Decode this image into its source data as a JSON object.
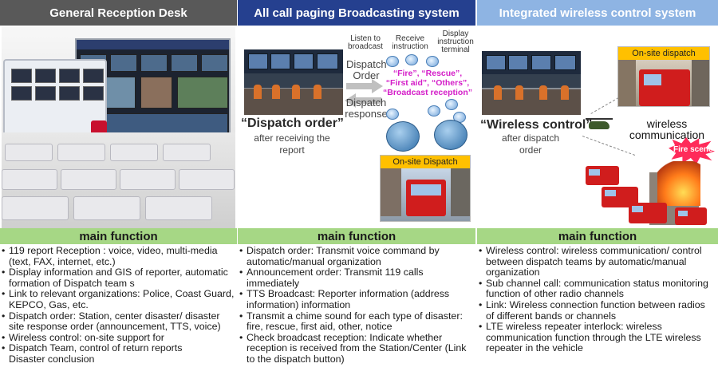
{
  "columns": [
    {
      "header": "General Reception Desk",
      "function_title": "main function",
      "items": [
        {
          "text": "119 report Reception : voice, video, multi-media (text, FAX, internet, etc.)",
          "bullet": true
        },
        {
          "text": "Display information and GIS of reporter, automatic formation of Dispatch team s",
          "bullet": true
        },
        {
          "text": "Link to relevant organizations: Police, Coast Guard, KEPCO, Gas, etc.",
          "bullet": true
        },
        {
          "text": "Dispatch order: Station, center disaster/ disaster site response order (announcement, TTS, voice)",
          "bullet": true
        },
        {
          "text": "Wireless control: on-site support for",
          "bullet": true
        },
        {
          "text": "Dispatch Team, control of return reports",
          "bullet": true
        },
        {
          "text": "Disaster conclusion",
          "bullet": false
        }
      ]
    },
    {
      "header": "All call paging Broadcasting system",
      "function_title": "main function",
      "items": [
        {
          "text": "Dispatch order: Transmit voice command by automatic/manual organization",
          "bullet": true
        },
        {
          "text": "Announcement order: Transmit 119 calls immediately",
          "bullet": true
        },
        {
          "text": "TTS Broadcast: Reporter information (address information) information",
          "bullet": true
        },
        {
          "text": "Transmit a chime sound for each type of disaster: fire, rescue, first aid, other, notice",
          "bullet": true
        },
        {
          "text": "Check broadcast reception: Indicate whether reception is received from the Station/Center (Link to the dispatch button)",
          "bullet": true
        }
      ]
    },
    {
      "header": "Integrated wireless control system",
      "function_title": "main function",
      "items": [
        {
          "text": "Wireless control: wireless communication/ control between dispatch teams by automatic/manual organization",
          "bullet": true
        },
        {
          "text": "Sub channel call: communication status monitoring function of other radio channels",
          "bullet": true
        },
        {
          "text": "Link: Wireless connection function between radios of different bands or channels",
          "bullet": true
        },
        {
          "text": "LTE wireless repeater interlock: wireless communication function through the LTE wireless repeater in the vehicle",
          "bullet": true
        }
      ]
    }
  ],
  "broadcast_visual": {
    "quote": "“Dispatch order”",
    "sub": "after receiving the report",
    "top_labels": [
      "Listen to broadcast",
      "Receive instruction",
      "Display instruction terminal"
    ],
    "dispatch_order": "Dispatch Order",
    "dispatch_response": "Dispatch response",
    "categories": "“Fire”, “Rescue”, “First aid”, “Others”, “Broadcast reception”",
    "onsite": "On-site Dispatch"
  },
  "wireless_visual": {
    "quote": "“Wireless control”",
    "sub": "after dispatch order",
    "onsite": "On-site dispatch",
    "comm": "wireless communication",
    "fire": "Fire scene"
  },
  "colors": {
    "header_1": "#595959",
    "header_2": "#25408f",
    "header_3": "#8eb4e3",
    "function_bar": "#a6d785",
    "magenta_text": "#d41dc8",
    "onsite_label": "#ffc000",
    "fire_burst": "#ff2b5a"
  }
}
